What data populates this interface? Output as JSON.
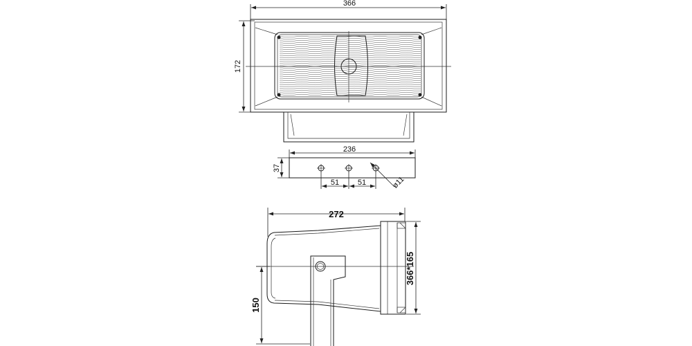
{
  "front_view": {
    "width_dim": "366",
    "height_dim": "172"
  },
  "bracket_plate": {
    "width_dim": "236",
    "height_dim": "37",
    "spacing_left": "51",
    "spacing_right": "51",
    "hole_dim": "ø11"
  },
  "side_view": {
    "depth_dim": "272",
    "mouth_dim": "366*165",
    "height_dim": "150"
  }
}
